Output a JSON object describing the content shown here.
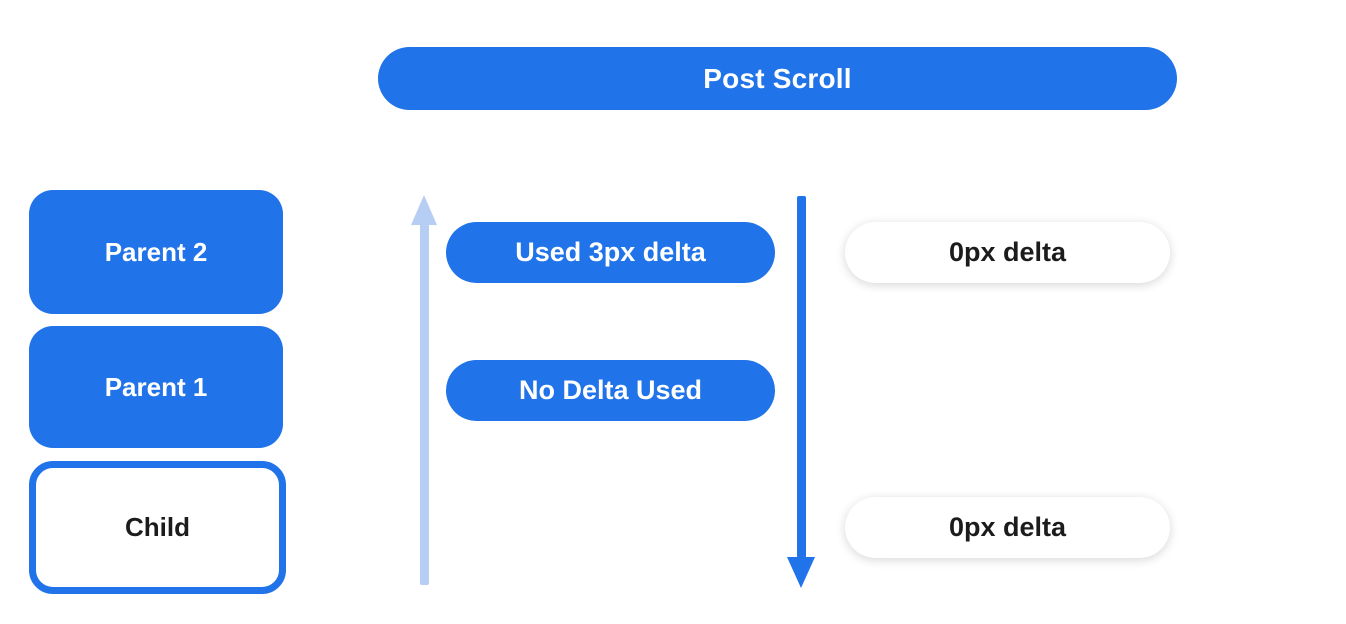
{
  "header": {
    "title": "Post Scroll"
  },
  "left_column": {
    "parent2_label": "Parent 2",
    "parent1_label": "Parent 1",
    "child_label": "Child"
  },
  "middle_column": {
    "used_delta_label": "Used 3px delta",
    "no_delta_label": "No Delta Used"
  },
  "right_column": {
    "zero_delta_top_label": "0px delta",
    "zero_delta_bottom_label": "0px delta"
  },
  "icons": {
    "up_arrow": "arrow-up",
    "down_arrow": "arrow-down"
  },
  "colors": {
    "primary_blue": "#2073E8",
    "light_blue_arrow": "#B7CEF4",
    "text_dark": "#1C1C1C",
    "background": "#FFFFFF"
  }
}
